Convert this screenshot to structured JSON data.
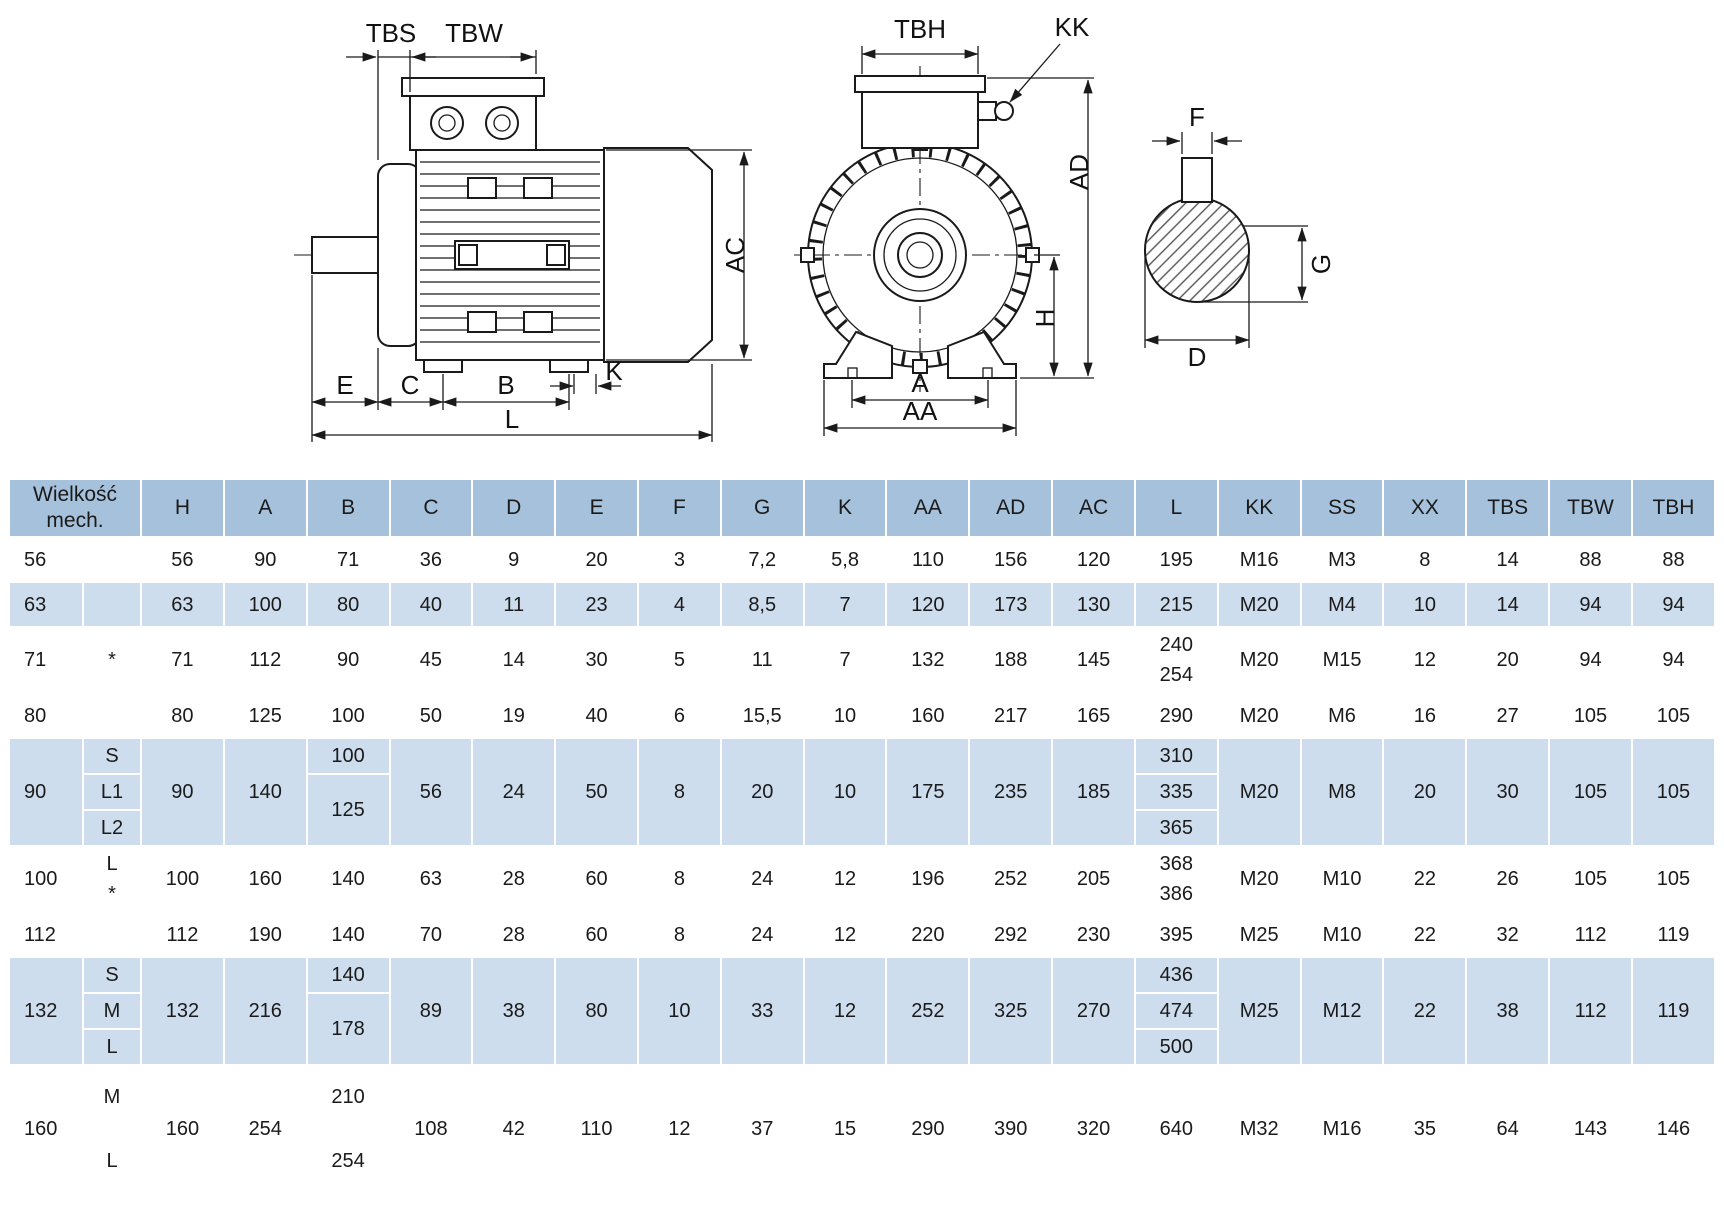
{
  "drawing": {
    "side": {
      "tbs": "TBS",
      "tbw": "TBW",
      "ac": "AC",
      "e": "E",
      "c": "C",
      "b": "B",
      "k": "K",
      "l": "L"
    },
    "front": {
      "tbh": "TBH",
      "kk": "KK",
      "ad": "AD",
      "h": "H",
      "a": "A",
      "aa": "AA"
    },
    "shaft": {
      "f": "F",
      "g": "G",
      "d": "D"
    }
  },
  "table": {
    "header_label": "Wielkość\nmech.",
    "columns": [
      "H",
      "A",
      "B",
      "C",
      "D",
      "E",
      "F",
      "G",
      "K",
      "AA",
      "AD",
      "AC",
      "L",
      "KK",
      "SS",
      "XX",
      "TBS",
      "TBW",
      "TBH"
    ],
    "groups": [
      {
        "size": "56",
        "rows": 1,
        "shaded": false,
        "variant": [
          ""
        ],
        "values": {
          "H": "56",
          "A": "90",
          "C": "36",
          "D": "9",
          "E": "20",
          "F": "3",
          "G": "7,2",
          "K": "5,8",
          "AA": "110",
          "AD": "156",
          "AC": "120",
          "KK": "M16",
          "SS": "M3",
          "XX": "8",
          "TBS": "14",
          "TBW": "88",
          "TBH": "88"
        },
        "B": [
          {
            "t": "71",
            "s": 1
          }
        ],
        "L": [
          {
            "t": "195",
            "s": 1
          }
        ]
      },
      {
        "size": "63",
        "rows": 1,
        "shaded": true,
        "variant": [
          ""
        ],
        "values": {
          "H": "63",
          "A": "100",
          "C": "40",
          "D": "11",
          "E": "23",
          "F": "4",
          "G": "8,5",
          "K": "7",
          "AA": "120",
          "AD": "173",
          "AC": "130",
          "KK": "M20",
          "SS": "M4",
          "XX": "10",
          "TBS": "14",
          "TBW": "94",
          "TBH": "94"
        },
        "B": [
          {
            "t": "80",
            "s": 1
          }
        ],
        "L": [
          {
            "t": "215",
            "s": 1
          }
        ]
      },
      {
        "size": "71",
        "rows": 1,
        "shaded": false,
        "variant": [
          "*"
        ],
        "values": {
          "H": "71",
          "A": "112",
          "C": "45",
          "D": "14",
          "E": "30",
          "F": "5",
          "G": "11",
          "K": "7",
          "AA": "132",
          "AD": "188",
          "AC": "145",
          "KK": "M20",
          "SS": "M15",
          "XX": "12",
          "TBS": "20",
          "TBW": "94",
          "TBH": "94"
        },
        "B": [
          {
            "t": "90",
            "s": 1
          }
        ],
        "L": [
          {
            "t": "240\n254",
            "s": 1
          }
        ]
      },
      {
        "size": "80",
        "rows": 1,
        "shaded": false,
        "variant": [
          ""
        ],
        "values": {
          "H": "80",
          "A": "125",
          "C": "50",
          "D": "19",
          "E": "40",
          "F": "6",
          "G": "15,5",
          "K": "10",
          "AA": "160",
          "AD": "217",
          "AC": "165",
          "KK": "M20",
          "SS": "M6",
          "XX": "16",
          "TBS": "27",
          "TBW": "105",
          "TBH": "105"
        },
        "B": [
          {
            "t": "100",
            "s": 1
          }
        ],
        "L": [
          {
            "t": "290",
            "s": 1
          }
        ]
      },
      {
        "size": "90",
        "rows": 3,
        "shaded": true,
        "variant": [
          "S",
          "L1",
          "L2"
        ],
        "values": {
          "H": "90",
          "A": "140",
          "C": "56",
          "D": "24",
          "E": "50",
          "F": "8",
          "G": "20",
          "K": "10",
          "AA": "175",
          "AD": "235",
          "AC": "185",
          "KK": "M20",
          "SS": "M8",
          "XX": "20",
          "TBS": "30",
          "TBW": "105",
          "TBH": "105"
        },
        "B": [
          {
            "t": "100",
            "s": 1
          },
          {
            "t": "125",
            "s": 2
          }
        ],
        "L": [
          {
            "t": "310",
            "s": 1
          },
          {
            "t": "335",
            "s": 1
          },
          {
            "t": "365",
            "s": 1
          }
        ]
      },
      {
        "size": "100",
        "rows": 1,
        "shaded": false,
        "variant": [
          "L\n*"
        ],
        "values": {
          "H": "100",
          "A": "160",
          "C": "63",
          "D": "28",
          "E": "60",
          "F": "8",
          "G": "24",
          "K": "12",
          "AA": "196",
          "AD": "252",
          "AC": "205",
          "KK": "M20",
          "SS": "M10",
          "XX": "22",
          "TBS": "26",
          "TBW": "105",
          "TBH": "105"
        },
        "B": [
          {
            "t": "140",
            "s": 1
          }
        ],
        "L": [
          {
            "t": "368\n386",
            "s": 1
          }
        ]
      },
      {
        "size": "112",
        "rows": 1,
        "shaded": false,
        "variant": [
          ""
        ],
        "values": {
          "H": "112",
          "A": "190",
          "C": "70",
          "D": "28",
          "E": "60",
          "F": "8",
          "G": "24",
          "K": "12",
          "AA": "220",
          "AD": "292",
          "AC": "230",
          "KK": "M25",
          "SS": "M10",
          "XX": "22",
          "TBS": "32",
          "TBW": "112",
          "TBH": "119"
        },
        "B": [
          {
            "t": "140",
            "s": 1
          }
        ],
        "L": [
          {
            "t": "395",
            "s": 1
          }
        ]
      },
      {
        "size": "132",
        "rows": 3,
        "shaded": true,
        "variant": [
          "S",
          "M",
          "L"
        ],
        "values": {
          "H": "132",
          "A": "216",
          "C": "89",
          "D": "38",
          "E": "80",
          "F": "10",
          "G": "33",
          "K": "12",
          "AA": "252",
          "AD": "325",
          "AC": "270",
          "KK": "M25",
          "SS": "M12",
          "XX": "22",
          "TBS": "38",
          "TBW": "112",
          "TBH": "119"
        },
        "B": [
          {
            "t": "140",
            "s": 1
          },
          {
            "t": "178",
            "s": 2
          }
        ],
        "L": [
          {
            "t": "436",
            "s": 1
          },
          {
            "t": "474",
            "s": 1
          },
          {
            "t": "500",
            "s": 1
          }
        ]
      },
      {
        "size": "160",
        "rows": 2,
        "shaded": false,
        "variant": [
          "M",
          "L"
        ],
        "values": {
          "H": "160",
          "A": "254",
          "C": "108",
          "D": "42",
          "E": "110",
          "F": "12",
          "G": "37",
          "K": "15",
          "AA": "290",
          "AD": "390",
          "AC": "320",
          "KK": "M32",
          "SS": "M16",
          "XX": "35",
          "TBS": "64",
          "TBW": "143",
          "TBH": "146"
        },
        "B": [
          {
            "t": "210",
            "s": 1
          },
          {
            "t": "254",
            "s": 1
          }
        ],
        "L": [
          {
            "t": "640",
            "s": 2
          }
        ]
      }
    ]
  },
  "colors": {
    "header_bg": "#a6c1db",
    "row_shade": "#cddded",
    "line": "#1a1a1a"
  }
}
